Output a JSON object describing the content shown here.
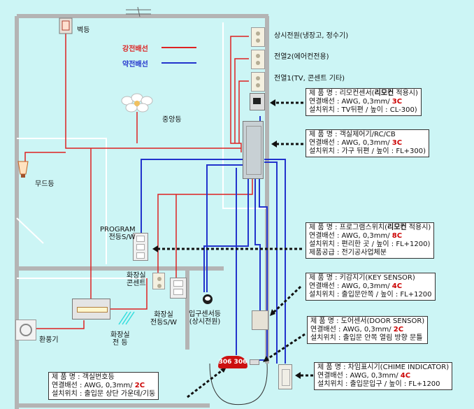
{
  "legend": {
    "strong_label": "강전배선",
    "strong_color": "#dd2222",
    "weak_label": "약전배선",
    "weak_color": "#2233cc"
  },
  "fixtures": {
    "wall_light": "벽등",
    "central_light": "중앙등",
    "mood_light": "무드등",
    "program_switch": "PROGRAM\n전등S/W",
    "bathroom_outlet": "화장실\n콘센트",
    "bathroom_switch": "화장실\n전등S/W",
    "entry_sensor_light": "입구센서등\n(상시전원)",
    "bathroom_light": "화장실\n전 등",
    "exhaust_fan": "환풍기",
    "door_number": "306 306"
  },
  "outlets": {
    "always_on": "상시전원(냉장고, 정수기)",
    "circuit2": "전열2(에어컨전용)",
    "circuit1": "전열1(TV, 콘센트 기타)"
  },
  "info_boxes": {
    "remote_sensor": {
      "product": "제 품 명 : 리모컨센서(",
      "product_em": "리모컨",
      "product_tail": " 적용시)",
      "wiring": "연결배선 : AWG, 0,3mm/ ",
      "wiring_em": "3C",
      "location": "설치위치 : TV뒤편 / 높이 : CL-300)"
    },
    "room_controller": {
      "product": "제 품 명 : 객실제어기/RC/CB",
      "wiring": "연결배선 : AWG, 0,3mm/ ",
      "wiring_em": "3C",
      "location": "설치위치 : 가구 뒤편 / 높이 : FL+300)"
    },
    "program_switch": {
      "product": "제 품 명 : 프로그램스위치(",
      "product_em": "리모컨",
      "product_tail": " 적용시)",
      "wiring": "연결배선 : AWG, 0,3mm/ ",
      "wiring_em": "8C",
      "location": "설치위치 : 편리한 곳 / 높이 : FL+1200)",
      "supply": "제품공급 : 전기공사업체분"
    },
    "key_sensor": {
      "product": "제 품 명 : 키감지기(KEY SENSOR)",
      "wiring": "연결배선 : AWG, 0,3mm/ ",
      "wiring_em": "4C",
      "location": "설치위치 : 출입문안쪽 / 높이 : FL+1200"
    },
    "door_sensor": {
      "product": "제 품 명 : 도어센서(DOOR SENSOR)",
      "wiring": "연결배선 : AWG, 0,3mm/ ",
      "wiring_em": "2C",
      "location": "설치위치 : 출입문 안쪽 열림 방향 문틀"
    },
    "chime": {
      "product": "제 품 명 : 차임표시기(CHIME INDICATOR)",
      "wiring": "연결배선 : AWG, 0,3mm/ ",
      "wiring_em": "4C",
      "location": "설치위치 : 출입문입구 / 높이 : FL+1200"
    },
    "room_number": {
      "product": "제 품 명 : 객실번호등",
      "wiring": "연결배선 : AWG, 0,3mm/ ",
      "wiring_em": "2C",
      "location": "설치위치 : 출입문 상단 가운데/기둥"
    }
  }
}
